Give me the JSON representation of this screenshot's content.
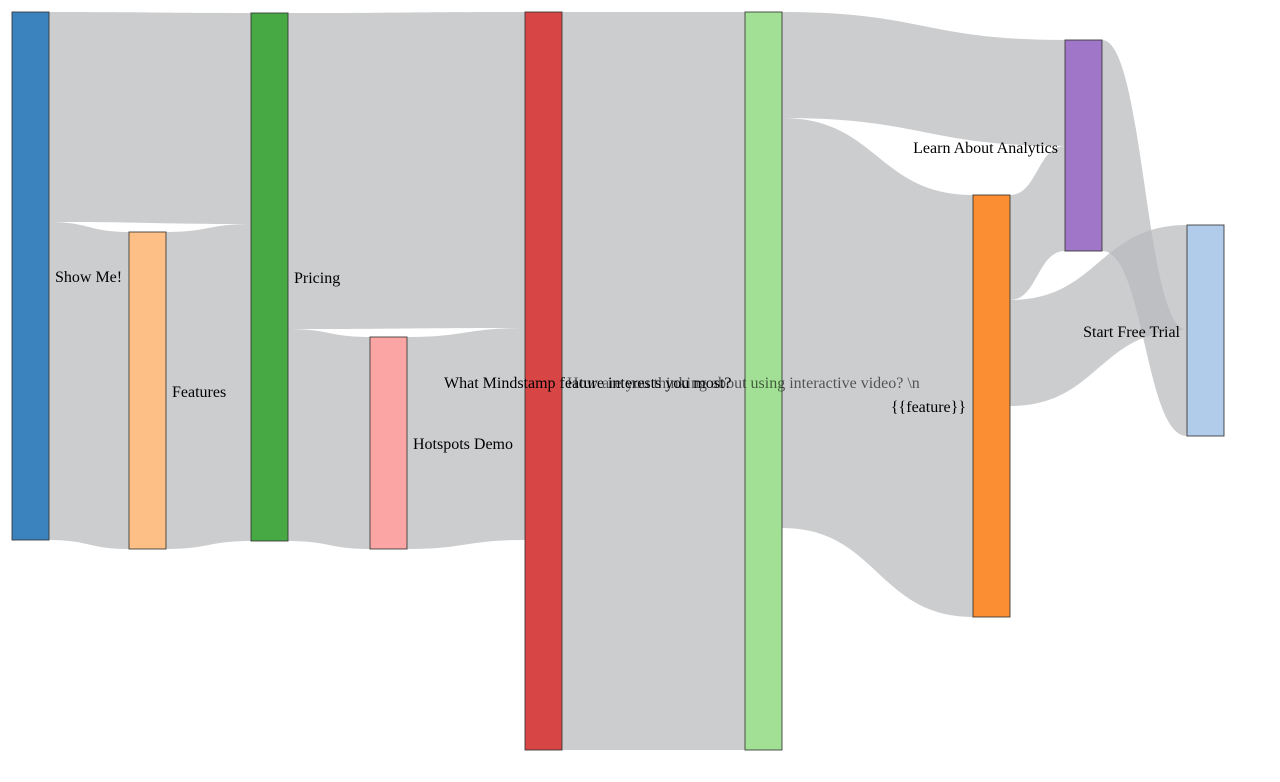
{
  "nodes": [
    {
      "id": "show_me",
      "label": "Show Me!",
      "color": "#3a83bf"
    },
    {
      "id": "features",
      "label": "Features",
      "color": "#fdbf85"
    },
    {
      "id": "pricing",
      "label": "Pricing",
      "color": "#46a944"
    },
    {
      "id": "hotspots",
      "label": "Hotspots Demo",
      "color": "#fba6a5"
    },
    {
      "id": "what_feature",
      "label": "What Mindstamp feature interests you most?",
      "color": "#d74545"
    },
    {
      "id": "how_thinking",
      "label": "How are you thinking about using interactive video? \\n",
      "color": "#a2e195"
    },
    {
      "id": "feature_tpl",
      "label": "{{feature}}",
      "color": "#fb8d33"
    },
    {
      "id": "analytics",
      "label": "Learn About Analytics",
      "color": "#a076c8"
    },
    {
      "id": "trial",
      "label": "Start Free Trial",
      "color": "#b1cbea"
    }
  ],
  "links": [
    {
      "source": "show_me",
      "target": "pricing"
    },
    {
      "source": "show_me",
      "target": "features"
    },
    {
      "source": "features",
      "target": "pricing"
    },
    {
      "source": "pricing",
      "target": "what_feature"
    },
    {
      "source": "pricing",
      "target": "hotspots"
    },
    {
      "source": "hotspots",
      "target": "what_feature"
    },
    {
      "source": "what_feature",
      "target": "how_thinking"
    },
    {
      "source": "how_thinking",
      "target": "analytics"
    },
    {
      "source": "how_thinking",
      "target": "feature_tpl"
    },
    {
      "source": "feature_tpl",
      "target": "analytics"
    },
    {
      "source": "feature_tpl",
      "target": "trial"
    },
    {
      "source": "analytics",
      "target": "trial"
    }
  ]
}
